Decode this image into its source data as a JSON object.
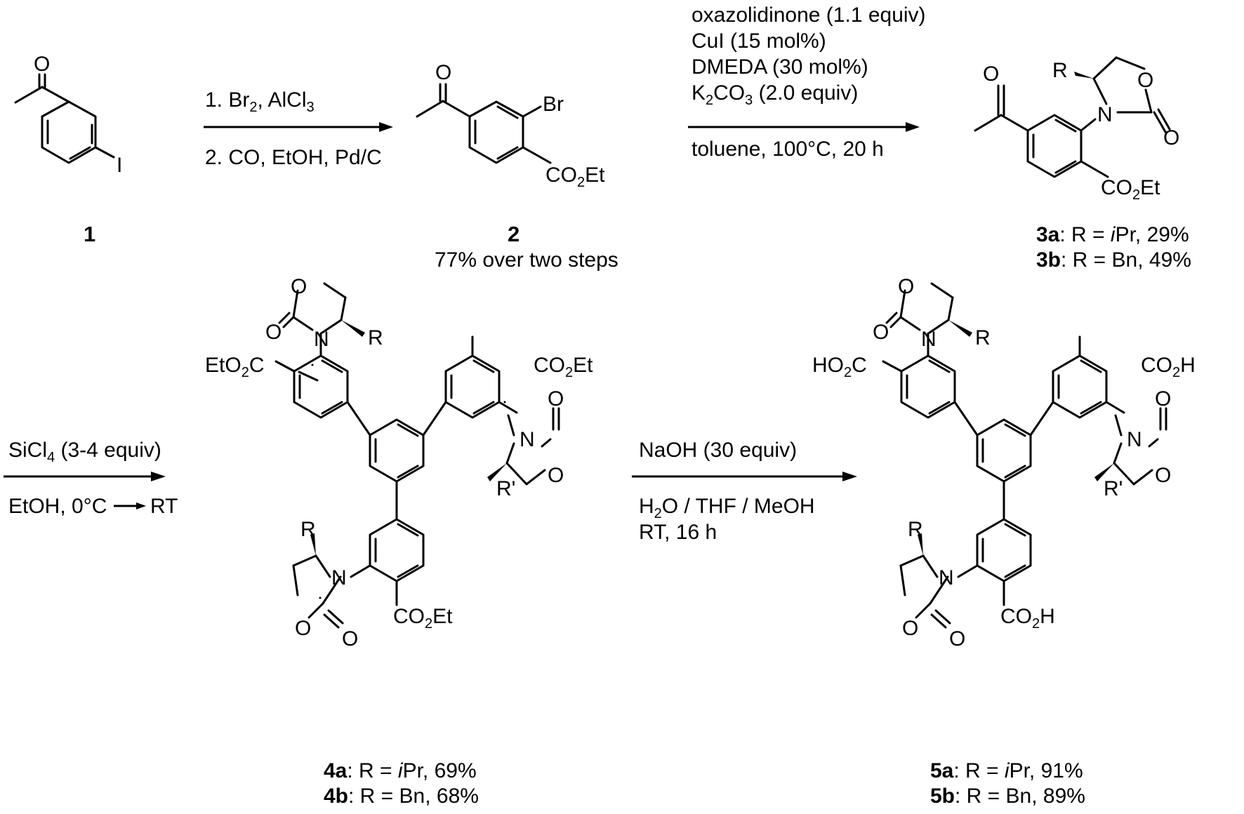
{
  "compounds": {
    "c1": {
      "number": "1"
    },
    "c2": {
      "number": "2",
      "yield": "77% over two steps"
    },
    "c3": {
      "entries": [
        {
          "id": "3a",
          "text": ": R = ",
          "r": "i",
          "r2": "Pr, 29%"
        },
        {
          "id": "3b",
          "text": ": R = Bn, 49%"
        }
      ]
    },
    "c4": {
      "entries": [
        {
          "id": "4a",
          "text": ": R = ",
          "r": "i",
          "r2": "Pr, 69%"
        },
        {
          "id": "4b",
          "text": ": R = Bn, 68%"
        }
      ]
    },
    "c5": {
      "entries": [
        {
          "id": "5a",
          "text": ": R = ",
          "r": "i",
          "r2": "Pr, 91%"
        },
        {
          "id": "5b",
          "text": ": R = Bn, 89%"
        }
      ]
    }
  },
  "reactions": {
    "step1": {
      "above": "1. Br",
      "above_sub": "2",
      "above_tail": ", AlCl",
      "above_sub2": "3",
      "below": "2. CO, EtOH, Pd/C"
    },
    "step2": {
      "line1": "oxazolidinone (1.1 equiv)",
      "line2": "CuI (15 mol%)",
      "line3": "DMEDA (30 mol%)",
      "line4_a": "K",
      "line4_sub1": "2",
      "line4_b": "CO",
      "line4_sub2": "3",
      "line4_c": " (2.0 equiv)",
      "below": "toluene, 100°C, 20 h"
    },
    "step3": {
      "above_a": "SiCl",
      "above_sub": "4",
      "above_b": " (3-4 equiv)",
      "below_a": "EtOH, 0°C",
      "below_b": "RT"
    },
    "step4": {
      "above": "NaOH (30 equiv)",
      "below1_a": "H",
      "below1_sub": "2",
      "below1_b": "O / THF / MeOH",
      "below2": "RT, 16 h"
    }
  },
  "atoms": {
    "O": "O",
    "I": "I",
    "Br": "Br",
    "N": "N",
    "R": "R",
    "Rp": "R'",
    "CO2Et_a": "CO",
    "CO2Et_sub": "2",
    "CO2Et_b": "Et",
    "EtO2C_a": "EtO",
    "EtO2C_sub": "2",
    "EtO2C_b": "C",
    "CO2H_a": "CO",
    "CO2H_sub": "2",
    "CO2H_b": "H",
    "HO2C_a": "HO",
    "HO2C_sub": "2",
    "HO2C_b": "C"
  }
}
